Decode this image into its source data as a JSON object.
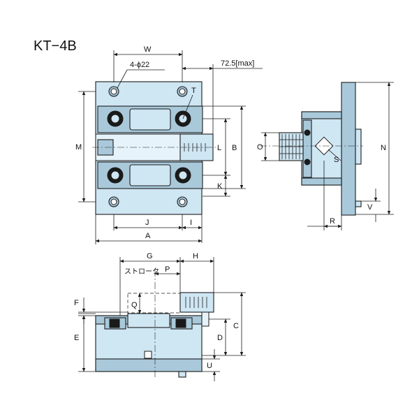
{
  "title": "KT−4B",
  "labels": {
    "W": "W",
    "hole_spec": "4-ϕ22",
    "max_len": "72.5[max]",
    "T": "T",
    "M": "M",
    "L": "L",
    "B": "B",
    "K": "K",
    "J": "J",
    "I": "I",
    "A": "A",
    "O": "O",
    "S": "S",
    "N": "N",
    "V": "V",
    "R": "R",
    "G": "G",
    "H": "H",
    "stroke": "ストローク",
    "P": "P",
    "Q": "Q",
    "F": "F",
    "C": "C",
    "D": "D",
    "E": "E",
    "U": "U"
  }
}
